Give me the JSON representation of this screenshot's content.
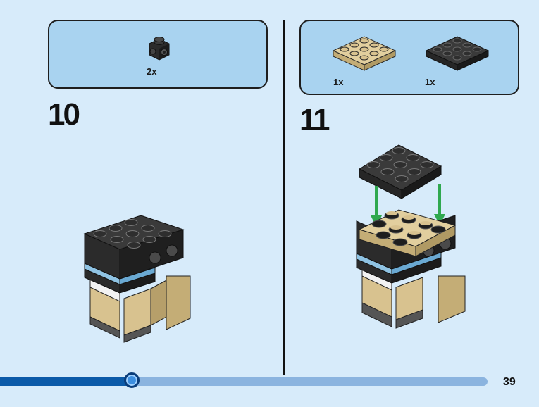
{
  "steps": [
    {
      "number": "10",
      "parts": [
        {
          "qty": "2x",
          "icon": "black-1x1-brick-with-side-studs-icon"
        }
      ]
    },
    {
      "number": "11",
      "parts": [
        {
          "qty": "1x",
          "icon": "tan-plate-3x3-icon"
        },
        {
          "qty": "1x",
          "icon": "black-plate-3x3-icon"
        }
      ]
    }
  ],
  "page": {
    "number": "39",
    "progress": 0.27
  },
  "colors": {
    "background": "#d7ebfa",
    "parts_box": "#a9d3f0",
    "black_brick": "#2a2a2a",
    "tan_brick": "#d8c28f",
    "light_blue_brick": "#8fc3e3",
    "arrow_green": "#2fa84f",
    "progress_fill": "#0b5aa8",
    "progress_track": "#8bb4df"
  }
}
